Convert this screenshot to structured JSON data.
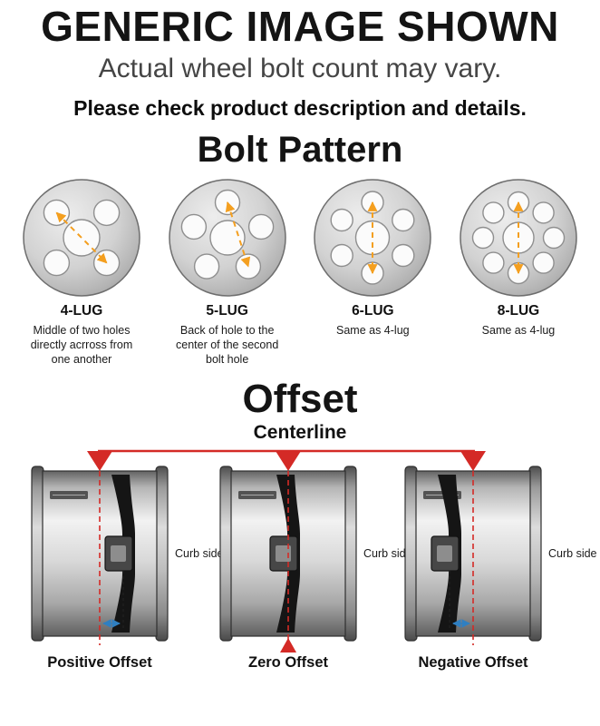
{
  "header": {
    "title": "GENERIC IMAGE SHOWN",
    "subtitle": "Actual wheel bolt count may vary.",
    "note": "Please check product description and details."
  },
  "bolt_pattern": {
    "title": "Bolt Pattern",
    "items": [
      {
        "lugs": 4,
        "label": "4-LUG",
        "description": "Middle of two holes directly acrross from one another"
      },
      {
        "lugs": 5,
        "label": "5-LUG",
        "description": "Back of hole to the center of the second bolt hole"
      },
      {
        "lugs": 6,
        "label": "6-LUG",
        "description": "Same as 4-lug"
      },
      {
        "lugs": 8,
        "label": "8-LUG",
        "description": "Same as 4-lug"
      }
    ]
  },
  "offset": {
    "title": "Offset",
    "centerline_label": "Centerline",
    "curb_label": "Curb side",
    "items": [
      {
        "type": "positive",
        "label": "Positive Offset"
      },
      {
        "type": "zero",
        "label": "Zero Offset"
      },
      {
        "type": "negative",
        "label": "Negative Offset"
      }
    ]
  },
  "colors": {
    "accent_orange": "#f49f1f",
    "accent_red": "#d42a26",
    "accent_blue": "#2f7fc1",
    "wheel_gray": "#c9c9c9",
    "text_gray": "#454545"
  }
}
